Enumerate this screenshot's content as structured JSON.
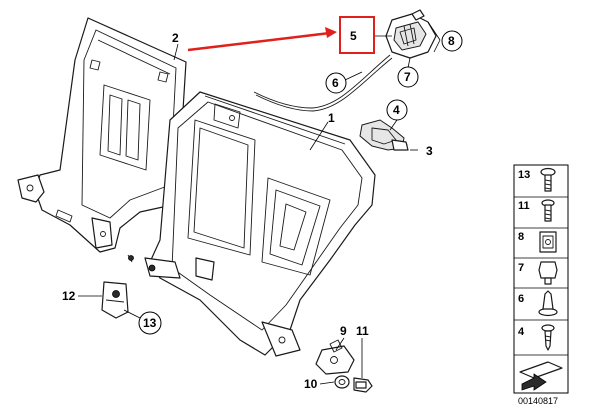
{
  "callouts": {
    "c1": "1",
    "c2": "2",
    "c3": "3",
    "c4": "4",
    "c5": "5",
    "c6": "6",
    "c7": "7",
    "c8": "8",
    "c9": "9",
    "c10": "10",
    "c11": "11",
    "c12": "12",
    "c13": "13"
  },
  "legend": {
    "items": [
      "13",
      "11",
      "8",
      "7",
      "6",
      "4"
    ]
  },
  "diagram_code": "00140817",
  "colors": {
    "highlight": "#e0201b",
    "line": "#1a1a1a",
    "background": "#ffffff"
  }
}
